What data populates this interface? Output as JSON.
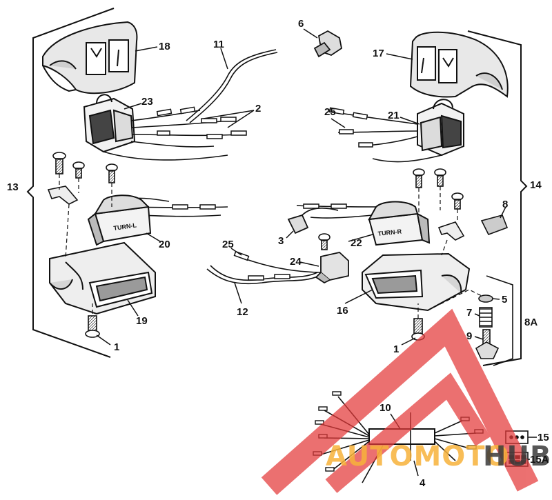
{
  "callouts": {
    "c1a": "1",
    "c1b": "1",
    "c2": "2",
    "c3": "3",
    "c4": "4",
    "c5": "5",
    "c6": "6",
    "c7": "7",
    "c8": "8",
    "c8a": "8A",
    "c9": "9",
    "c10": "10",
    "c11": "11",
    "c12": "12",
    "c13": "13",
    "c14": "14",
    "c15": "15",
    "c15a": "15A",
    "c16": "16",
    "c17": "17",
    "c18": "18",
    "c19": "19",
    "c20": "20",
    "c21": "21",
    "c22": "22",
    "c23": "23",
    "c24": "24",
    "c25a": "25",
    "c25b": "25"
  },
  "part_markings": {
    "turn_left": "TURN-L",
    "turn_right": "TURN-R"
  },
  "watermark": {
    "text_red": "AUTOMOTO",
    "text_dark": "HUB",
    "color_red": "#e43a3a",
    "color_orange": "#f7b23a",
    "color_dark": "#3a3a3a"
  }
}
